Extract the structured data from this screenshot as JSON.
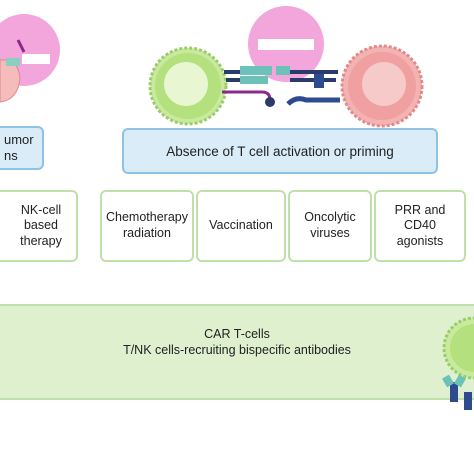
{
  "diagram": {
    "top_boxes": {
      "left_partial": "umor\nns",
      "center": "Absence of T cell activation or priming"
    },
    "therapies": [
      "NK-cell\nbased\ntherapy",
      "Chemotherapy\nradiation",
      "Vaccination",
      "Oncolytic\nviruses",
      "PRR and\nCD40\nagonists"
    ],
    "band_lines": [
      "CAR T-cells",
      "T/NK cells-recruiting bispecific antibodies"
    ]
  }
}
